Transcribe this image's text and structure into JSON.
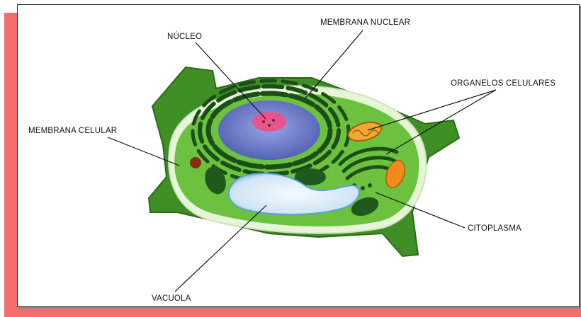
{
  "diagram": {
    "labels": {
      "nucleo": "NÚCLEO",
      "membrana_nuclear": "MEMBRANA NUCLEAR",
      "organelos_celulares": "ORGANELOS CELULARES",
      "membrana_celular": "MEMBRANA CELULAR",
      "citoplasma": "CITOPLASMA",
      "vacuola": "VACUOLA"
    },
    "colors": {
      "frame": "#f26d6d",
      "cell_wall": "#4fa82e",
      "cytoplasm": "#6cc23f",
      "nucleus": "#6c7cc9",
      "nucleolus": "#e8548c",
      "vacuole": "#cfe6f5",
      "chloroplast": "#1f5a1c",
      "mitochondria": "#f0a830"
    }
  }
}
